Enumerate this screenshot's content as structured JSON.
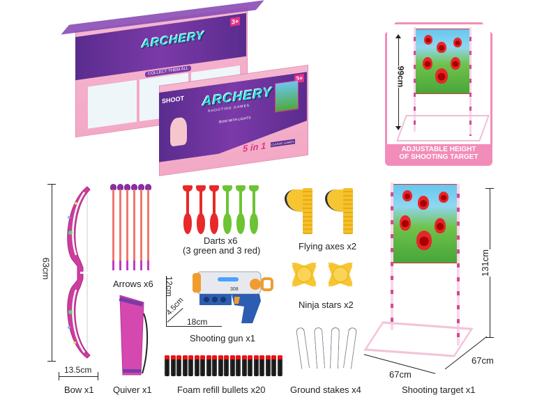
{
  "product": {
    "brand_logo": "ARCHERY",
    "brand_sub": "SHOOTING GAMES",
    "age_badge": "3+",
    "box_back_caption": "COLLECT THEM ALL",
    "box_front_tagline": "5 in 1",
    "box_front_tagline_sub": "CLASSIC GAMES",
    "box_front_feature": "BOW WITH LIGHTS",
    "box_side_text": "SHOOT"
  },
  "inset": {
    "height_dim": "99cm",
    "caption_line1": "ADJUSTABLE HEIGHT",
    "caption_line2": "OF SHOOTING TARGET",
    "border_color": "#f28cb8"
  },
  "items": [
    {
      "id": "bow",
      "label": "Bow x1",
      "dims": {
        "height": "63cm",
        "width": "13.5cm"
      }
    },
    {
      "id": "arrows",
      "label": "Arrows x6"
    },
    {
      "id": "quiver",
      "label": "Quiver x1"
    },
    {
      "id": "darts",
      "label": "Darts x6",
      "sublabel": "(3 green and 3 red)"
    },
    {
      "id": "gun",
      "label": "Shooting gun x1",
      "dims": {
        "height": "12cm",
        "depth": "4.5cm",
        "width": "18cm"
      },
      "model_text": "308"
    },
    {
      "id": "bullets",
      "label": "Foam refill bullets x20"
    },
    {
      "id": "axes",
      "label": "Flying axes x2"
    },
    {
      "id": "stars",
      "label": "Ninja stars x2"
    },
    {
      "id": "stakes",
      "label": "Ground stakes x4"
    },
    {
      "id": "target",
      "label": "Shooting target x1",
      "dims": {
        "height": "131cm",
        "depth": "67cm",
        "width": "67cm"
      }
    }
  ],
  "colors": {
    "pink": "#f3a9c6",
    "purple": "#6a2f9a",
    "cyan_logo": "#2fd6d9",
    "dart_red": "#e8282a",
    "dart_green": "#6cc435",
    "yellow": "#f7c531"
  }
}
